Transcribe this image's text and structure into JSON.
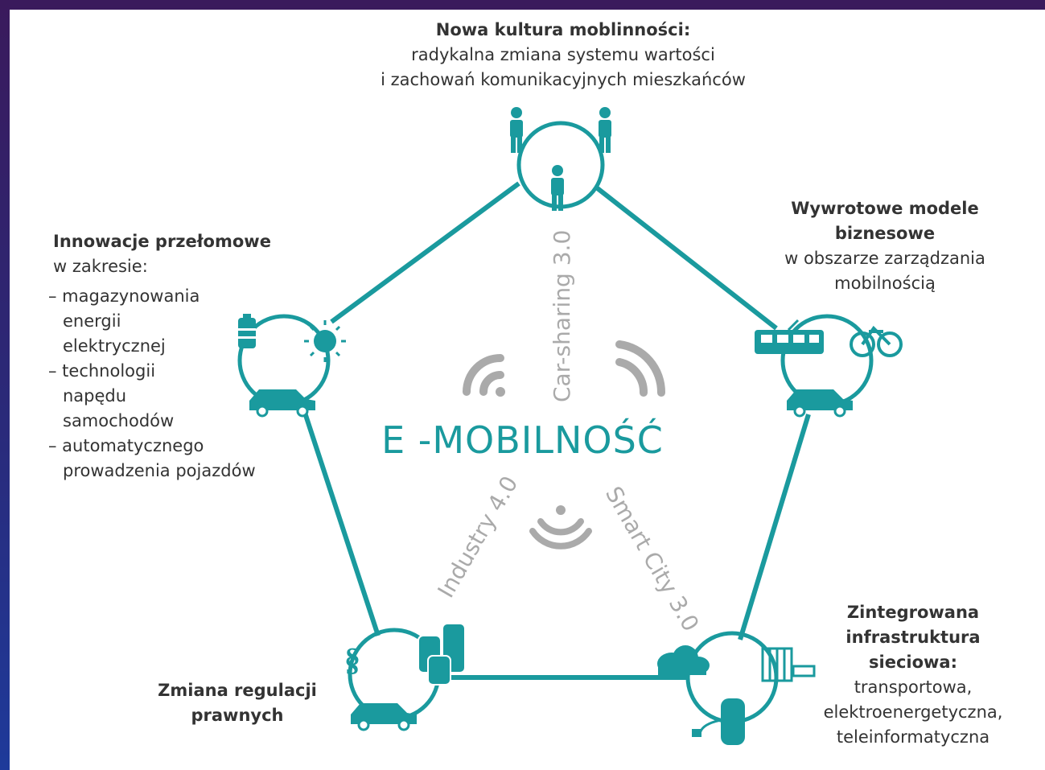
{
  "colors": {
    "teal": "#1a9a9e",
    "gray": "#aaaaaa",
    "text": "#333333"
  },
  "center_title": "E -MOBILNOŚĆ",
  "axes": {
    "car_sharing": "Car-sharing 3.0",
    "industry": "Industry 4.0",
    "smart_city": "Smart City 3.0"
  },
  "top": {
    "title": "Nowa kultura moblinności:",
    "line1": "radykalna zmiana systemu wartości",
    "line2": "i zachowań komunikacyjnych mieszkańców"
  },
  "left": {
    "title": "Innowacje przełomowe",
    "subtitle": "w zakresie:",
    "item1_a": "– magazynowania",
    "item1_b": "energii",
    "item1_c": "elektrycznej",
    "item2_a": "– technologii",
    "item2_b": "napędu",
    "item2_c": "samochodów",
    "item3_a": "– automatycznego",
    "item3_b": "prowadzenia pojazdów"
  },
  "right": {
    "title1": "Wywrotowe modele",
    "title2": "biznesowe",
    "line1": "w obszarze zarządzania",
    "line2": "mobilnością"
  },
  "bottom_left": {
    "title1": "Zmiana regulacji",
    "title2": "prawnych"
  },
  "bottom_right": {
    "title1": "Zintegrowana",
    "title2": "infrastruktura",
    "title3": "sieciowa:",
    "line1": "transportowa,",
    "line2": "elektroenergetyczna,",
    "line3": "teleinformatyczna"
  },
  "icons": {
    "section": "§"
  }
}
